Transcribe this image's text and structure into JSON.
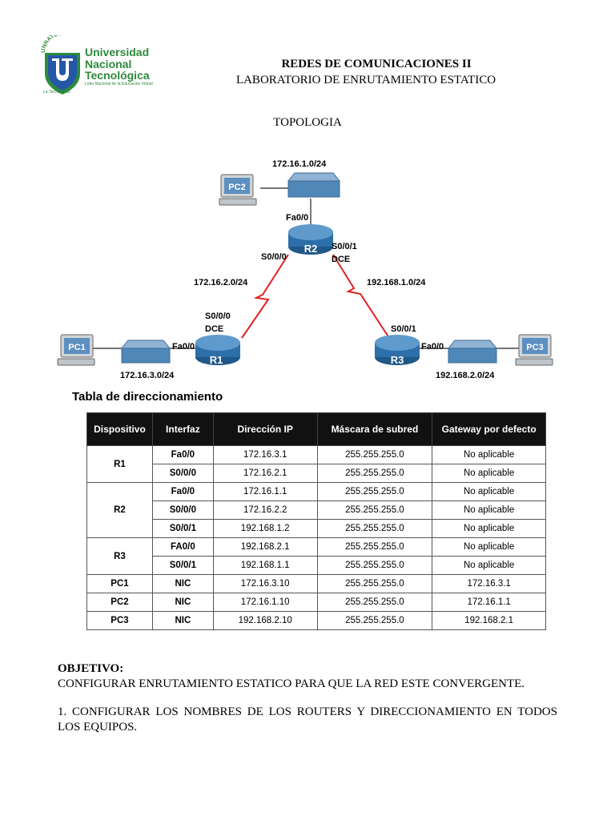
{
  "logo": {
    "acronym": "UNNATEC",
    "name_lines": [
      "Universidad",
      "Nacional",
      "Tecnológica"
    ],
    "tagline": "Líder Nacional de la Educación Virtual",
    "motto": "La Tecnológica",
    "colors": {
      "green": "#2c8a3c",
      "blue": "#2557a7"
    }
  },
  "header": {
    "course": "REDES DE COMUNICACIONES II",
    "lab": "LABORATORIO DE ENRUTAMIENTO ESTATICO",
    "section": "TOPOLOGIA"
  },
  "topology": {
    "networks": {
      "top": "172.16.1.0/24",
      "left_serial": "172.16.2.0/24",
      "right_serial": "192.168.1.0/24",
      "left_lan": "172.16.3.0/24",
      "right_lan": "192.168.2.0/24"
    },
    "devices": {
      "pc1": "PC1",
      "pc2": "PC2",
      "pc3": "PC3",
      "r1": "R1",
      "r2": "R2",
      "r3": "R3"
    },
    "interfaces": {
      "r2_fa": "Fa0/0",
      "r2_s000": "S0/0/0",
      "r2_s001": "S0/0/1",
      "r2_dce": "DCE",
      "r1_s000": "S0/0/0",
      "r1_dce": "DCE",
      "r1_fa": "Fa0/0",
      "r3_s001": "S0/0/1",
      "r3_fa": "Fa0/0"
    },
    "colors": {
      "serial_link": "#e02020",
      "router": "#2d6fa8",
      "switch": "#4f87b8"
    }
  },
  "table": {
    "title": "Tabla de direccionamiento",
    "headers": [
      "Dispositivo",
      "Interfaz",
      "Dirección IP",
      "Máscara de subred",
      "Gateway por defecto"
    ],
    "groups": [
      {
        "device": "R1",
        "rows": [
          [
            "Fa0/0",
            "172.16.3.1",
            "255.255.255.0",
            "No aplicable"
          ],
          [
            "S0/0/0",
            "172.16.2.1",
            "255.255.255.0",
            "No aplicable"
          ]
        ]
      },
      {
        "device": "R2",
        "rows": [
          [
            "Fa0/0",
            "172.16.1.1",
            "255.255.255.0",
            "No aplicable"
          ],
          [
            "S0/0/0",
            "172.16.2.2",
            "255.255.255.0",
            "No aplicable"
          ],
          [
            "S0/0/1",
            "192.168.1.2",
            "255.255.255.0",
            "No aplicable"
          ]
        ]
      },
      {
        "device": "R3",
        "rows": [
          [
            "FA0/0",
            "192.168.2.1",
            "255.255.255.0",
            "No aplicable"
          ],
          [
            "S0/0/1",
            "192.168.1.1",
            "255.255.255.0",
            "No aplicable"
          ]
        ]
      },
      {
        "device": "PC1",
        "rows": [
          [
            "NIC",
            "172.16.3.10",
            "255.255.255.0",
            "172.16.3.1"
          ]
        ]
      },
      {
        "device": "PC2",
        "rows": [
          [
            "NIC",
            "172.16.1.10",
            "255.255.255.0",
            "172.16.1.1"
          ]
        ]
      },
      {
        "device": "PC3",
        "rows": [
          [
            "NIC",
            "192.168.2.10",
            "255.255.255.0",
            "192.168.2.1"
          ]
        ]
      }
    ]
  },
  "objective": {
    "heading": "OBJETIVO:",
    "body": "CONFIGURAR ENRUTAMIENTO ESTATICO PARA QUE LA RED ESTE CONVERGENTE.",
    "step1": "1. CONFIGURAR LOS NOMBRES DE LOS ROUTERS Y DIRECCIONAMIENTO EN TODOS LOS EQUIPOS."
  }
}
